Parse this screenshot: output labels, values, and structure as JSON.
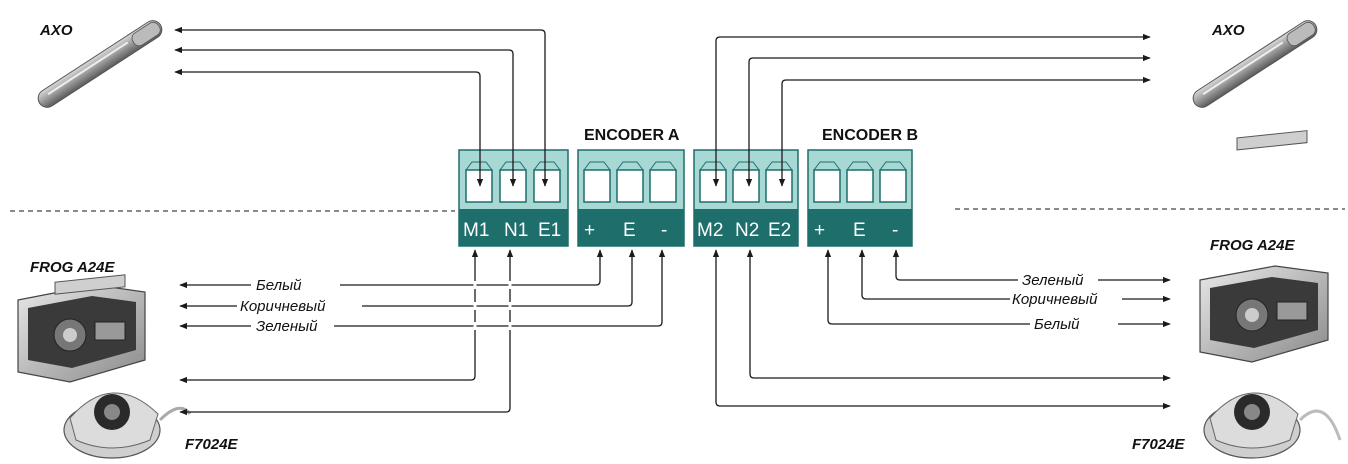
{
  "colors": {
    "terminal": "#a8d8d4",
    "terminal_dark": "#1e6e6c",
    "wire": "#1a1a1a",
    "divider": "#444444"
  },
  "devices": {
    "axo_left": "AXO",
    "axo_right": "AXO",
    "frog_left": "FROG A24E",
    "frog_right": "FROG A24E",
    "f7024_left": "F7024E",
    "f7024_right": "F7024E"
  },
  "encoders": {
    "a_title": "ENCODER A",
    "b_title": "ENCODER B"
  },
  "terminals": {
    "m1": "M1",
    "n1": "N1",
    "e1": "E1",
    "enc_a_plus": "+",
    "enc_a_e": "E",
    "enc_a_minus": "-",
    "m2": "M2",
    "n2": "N2",
    "e2": "E2",
    "enc_b_plus": "+",
    "enc_b_e": "E",
    "enc_b_minus": "-"
  },
  "wires": {
    "left_white": "Белый",
    "left_brown": "Коричневый",
    "left_green": "Зеленый",
    "right_green": "Зеленый",
    "right_brown": "Коричневый",
    "right_white": "Белый"
  }
}
